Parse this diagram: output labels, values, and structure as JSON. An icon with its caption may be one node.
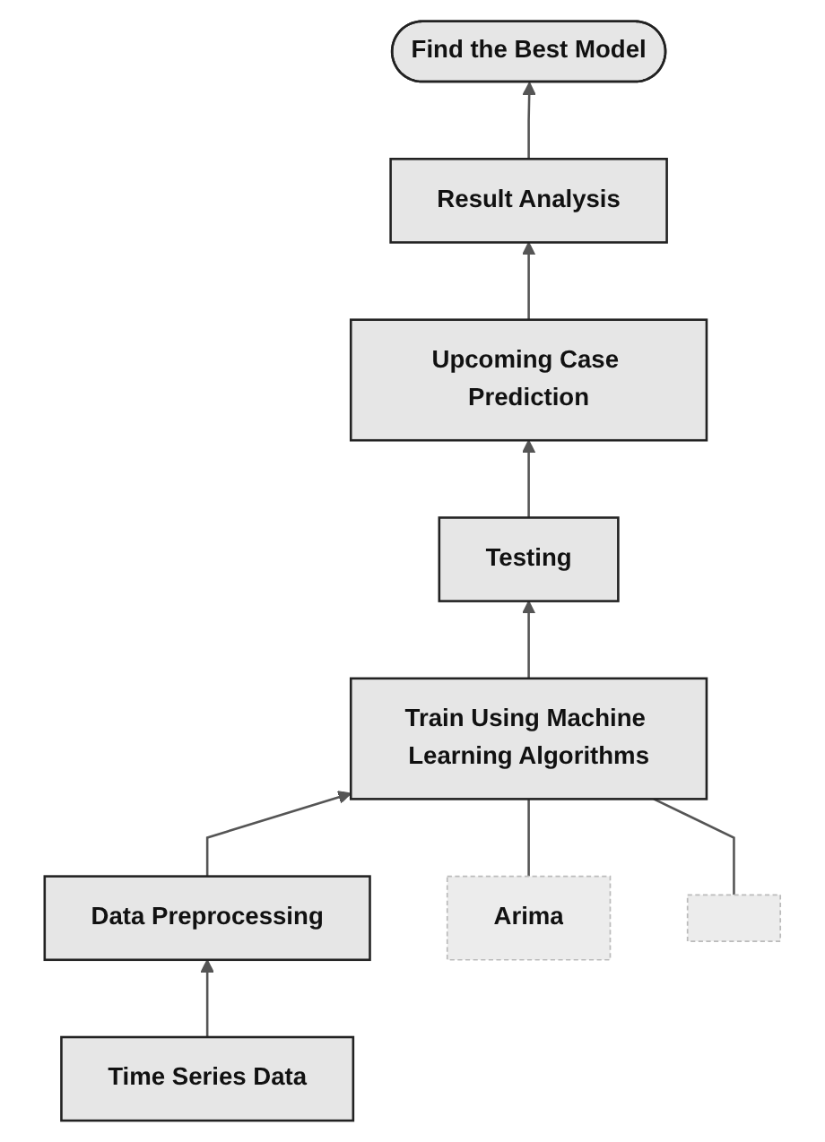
{
  "diagram": {
    "nodes": [
      {
        "text": [
          "Find the Best Model"
        ]
      },
      {
        "text": [
          "Result Analysis"
        ]
      },
      {
        "text": [
          "Upcoming Case Prediction"
        ]
      },
      {
        "text": [
          "Testing"
        ]
      },
      {
        "text": [
          "Train Using Machine Learning Algorithms"
        ]
      },
      {
        "text": [
          "Data Preprocessing"
        ]
      },
      {
        "text": [
          "Time Series Data"
        ]
      },
      {
        "text": [
          "Arima"
        ]
      },
      {
        "text": [],
        "shape": "box"
      }
    ],
    "edges": [
      {
        "from": 6,
        "to": 5,
        "arrow": "to"
      },
      {
        "from": 5,
        "to": 4,
        "arrow": "to"
      },
      {
        "from": 4,
        "to": 3,
        "arrow": "to"
      },
      {
        "from": 3,
        "to": 2,
        "arrow": "to"
      },
      {
        "from": 2,
        "to": 1,
        "arrow": "to"
      },
      {
        "from": 1,
        "to": 0,
        "arrow": "to"
      },
      {
        "from": 7,
        "to": 4,
        "arrow": "none"
      },
      {
        "from": 8,
        "to": 4,
        "arrow": "none"
      }
    ]
  }
}
